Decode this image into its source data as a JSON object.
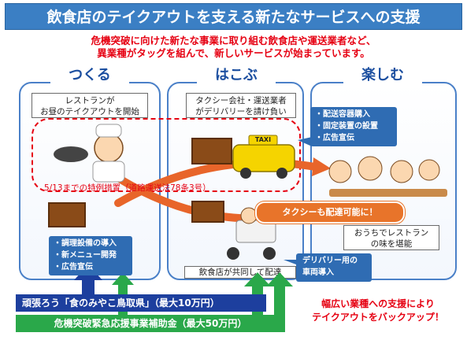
{
  "header": {
    "title": "飲食店のテイクアウトを支える新たなサービスへの支援"
  },
  "intro": {
    "line1": "危機突破に向けた新たな事業に取り組む飲食店や運送業者など、",
    "line2": "異業種がタッグを組んで、新しいサービスが始まっています。"
  },
  "panels": {
    "make": {
      "title": "つくる",
      "desc_line1": "レストランが",
      "desc_line2": "お昼のテイクアウトを開始",
      "support": [
        "・調理設備の導入",
        "・新メニュー開発",
        "・広告宣伝"
      ]
    },
    "carry": {
      "title": "はこぶ",
      "desc_line1": "タクシー会社・運送業者",
      "desc_line2": "がデリバリーを請け負い",
      "bottom": "飲食店が共同して配達"
    },
    "enjoy": {
      "title": "楽しむ",
      "desc_line1": "おうちでレストラン",
      "desc_line2": "の味を堪能",
      "support": [
        "・配送容器購入",
        "・固定装置の設置",
        "・広告宣伝"
      ],
      "delivery_line1": "デリバリー用の",
      "delivery_line2": "車両導入"
    }
  },
  "special_measure": "5/13までの特例措置（道路運送法78条3号）",
  "taxi_note": "タクシーも配達可能に！",
  "taxi_sign": "TAXI",
  "grants": {
    "prefecture": "頑張ろう「食のみやこ鳥取県」（最大10万円）",
    "emergency": "危機突破緊急応援事業補助金（最大50万円）"
  },
  "closing": {
    "line1": "幅広い業種への支援により",
    "line2": "テイクアウトをバックアップ！"
  },
  "colors": {
    "banner": "#3b7fc4",
    "accent_red": "#e60012",
    "navy": "#1d3f9e",
    "green": "#2aa84a",
    "orange": "#e8742a"
  }
}
